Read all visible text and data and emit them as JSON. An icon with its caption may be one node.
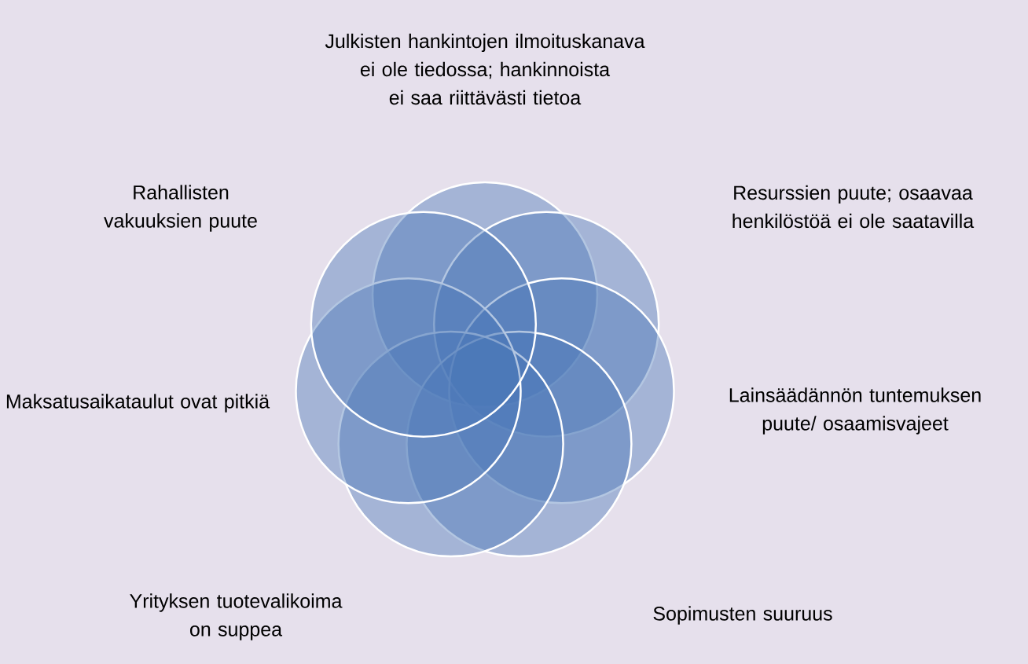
{
  "diagram": {
    "nodes": [
      {
        "text": [],
        "shape": "circle",
        "beside": [
          "Julkisten hankintojen ilmoituskanava ei ole tiedossa; hankinnoista ei saa riittävästi tietoa"
        ]
      },
      {
        "text": [],
        "shape": "circle",
        "beside": [
          "Resurssien puute; osaavaa henkilöstöä ei ole saatavilla"
        ]
      },
      {
        "text": [],
        "shape": "circle",
        "beside": [
          "Lainsäädännön tuntemuksen puute/ osaamisvajeet"
        ]
      },
      {
        "text": [],
        "shape": "circle",
        "beside": [
          "Sopimusten suuruus"
        ]
      },
      {
        "text": [],
        "shape": "circle",
        "beside": [
          "Yrityksen tuotevalikoima on suppea"
        ]
      },
      {
        "text": [],
        "shape": "circle",
        "beside": [
          "Maksatusaikataulut ovat pitkiä"
        ]
      },
      {
        "text": [],
        "shape": "circle",
        "beside": [
          "Rahallisten vakuuksien puute"
        ]
      }
    ]
  }
}
